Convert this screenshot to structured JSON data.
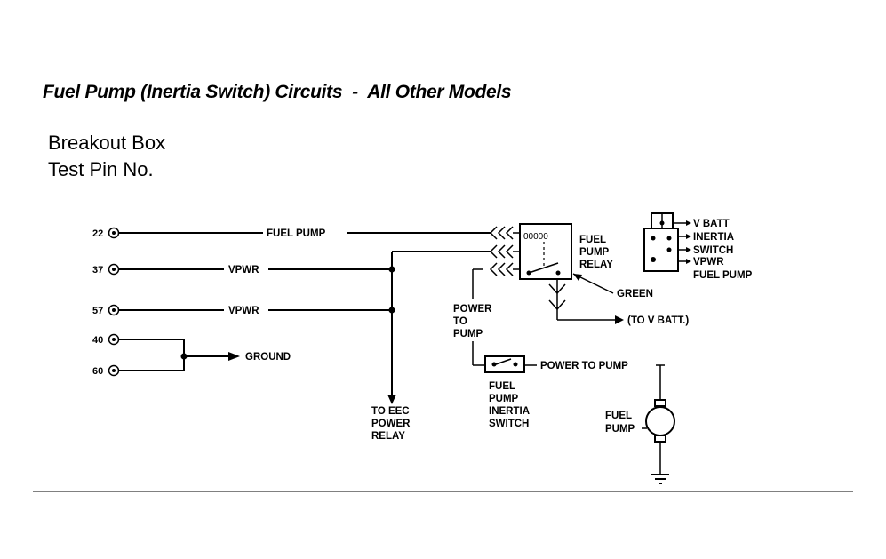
{
  "title": "Fuel Pump (Inertia Switch) Circuits  -  All Other Models",
  "header": {
    "line1": "Breakout Box",
    "line2": "Test Pin No."
  },
  "pins": [
    "22",
    "37",
    "57",
    "40",
    "60"
  ],
  "wires": {
    "fuel_pump": "FUEL PUMP",
    "vpwr_37": "VPWR",
    "vpwr_57": "VPWR",
    "ground": "GROUND"
  },
  "eec_relay": [
    "TO EEC",
    "POWER",
    "RELAY"
  ],
  "power_to_pump_left": [
    "POWER",
    "TO",
    "PUMP"
  ],
  "relay_label": [
    "FUEL",
    "PUMP",
    "RELAY"
  ],
  "relay_number": "00000",
  "green": "GREEN",
  "to_vbatt": "(TO V BATT.)",
  "connector_legend": [
    "V BATT",
    "INERTIA",
    "SWITCH",
    "VPWR",
    "FUEL PUMP"
  ],
  "inertia_switch": [
    "FUEL",
    "PUMP",
    "INERTIA",
    "SWITCH"
  ],
  "power_to_pump_right": "POWER TO PUMP",
  "pump_motor": [
    "FUEL",
    "PUMP"
  ]
}
